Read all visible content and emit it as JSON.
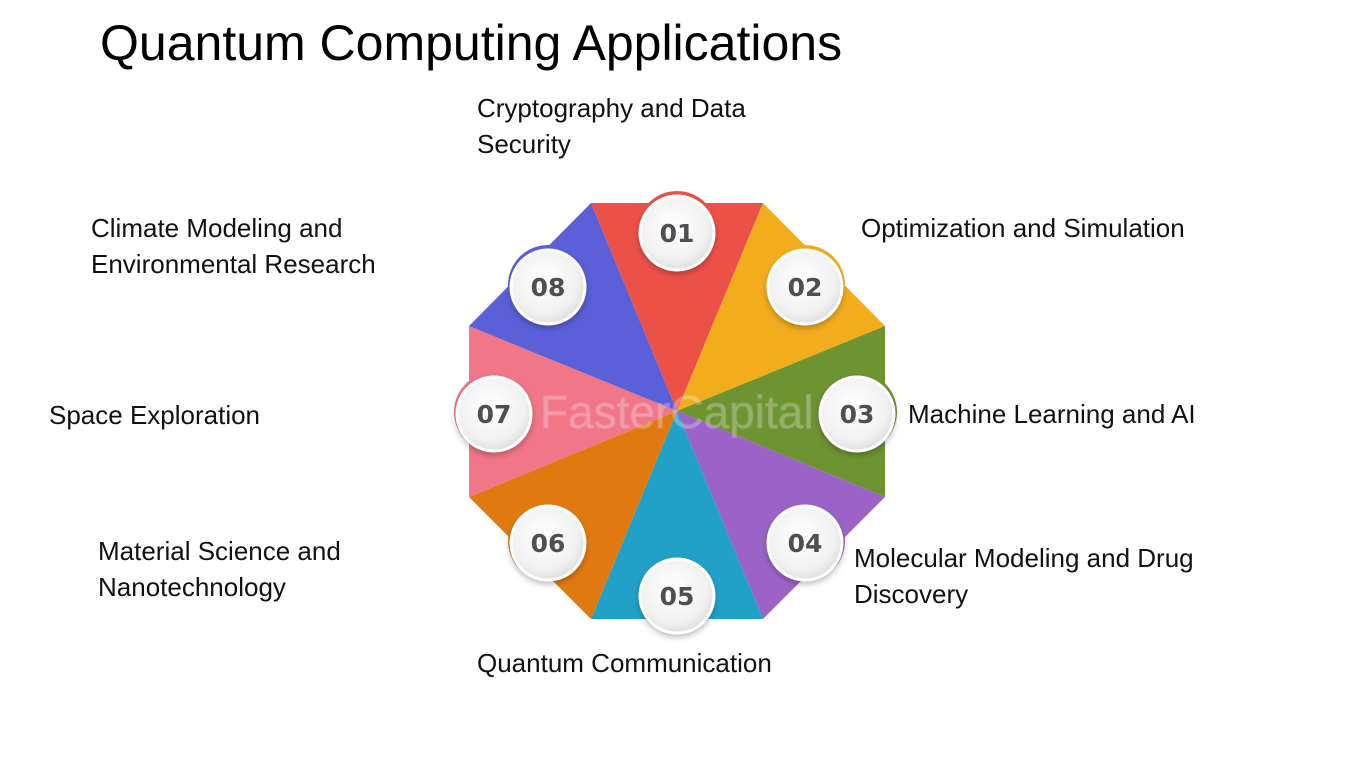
{
  "title": "Quantum Computing Applications",
  "applications": [
    {
      "number": "01",
      "label_lines": [
        "Cryptography and Data",
        "Security"
      ],
      "color": "#ec5148"
    },
    {
      "number": "02",
      "label_lines": [
        "Optimization and Simulation"
      ],
      "color": "#f2ad1d"
    },
    {
      "number": "03",
      "label_lines": [
        "Machine Learning and AI"
      ],
      "color": "#6e9331"
    },
    {
      "number": "04",
      "label_lines": [
        "Molecular Modeling and Drug",
        "Discovery"
      ],
      "color": "#9b63c7"
    },
    {
      "number": "05",
      "label_lines": [
        "Quantum Communication"
      ],
      "color": "#21a0c8"
    },
    {
      "number": "06",
      "label_lines": [
        "Material Science and",
        "Nanotechnology"
      ],
      "color": "#e07a10"
    },
    {
      "number": "07",
      "label_lines": [
        "Space Exploration"
      ],
      "color": "#f07688"
    },
    {
      "number": "08",
      "label_lines": [
        "Climate Modeling and",
        "Environmental Research"
      ],
      "color": "#5b5fd8"
    }
  ],
  "watermark": "FasterCapital"
}
